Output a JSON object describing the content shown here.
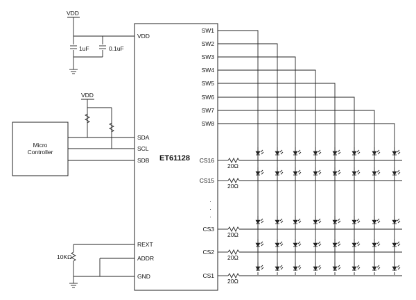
{
  "chip": {
    "name": "ET61128",
    "left_pins": [
      "VDD",
      "SDA",
      "SCL",
      "SDB",
      "REXT",
      "ADDR",
      "GND"
    ],
    "sw_pins": [
      "SW1",
      "SW2",
      "SW3",
      "SW4",
      "SW5",
      "SW6",
      "SW7",
      "SW8"
    ],
    "cs_pins": [
      "CS16",
      "CS15",
      "CS3",
      "CS2",
      "CS1"
    ]
  },
  "supply": {
    "vdd_top": "VDD",
    "vdd_pullup": "VDD",
    "cap1": "1uF",
    "cap2": "0.1uF"
  },
  "controller": {
    "line1": "Micro",
    "line2": "Controller"
  },
  "rext_resistor": "10KΩ",
  "cs_resistor": "20Ω",
  "ellipsis": "·\n·\n·"
}
